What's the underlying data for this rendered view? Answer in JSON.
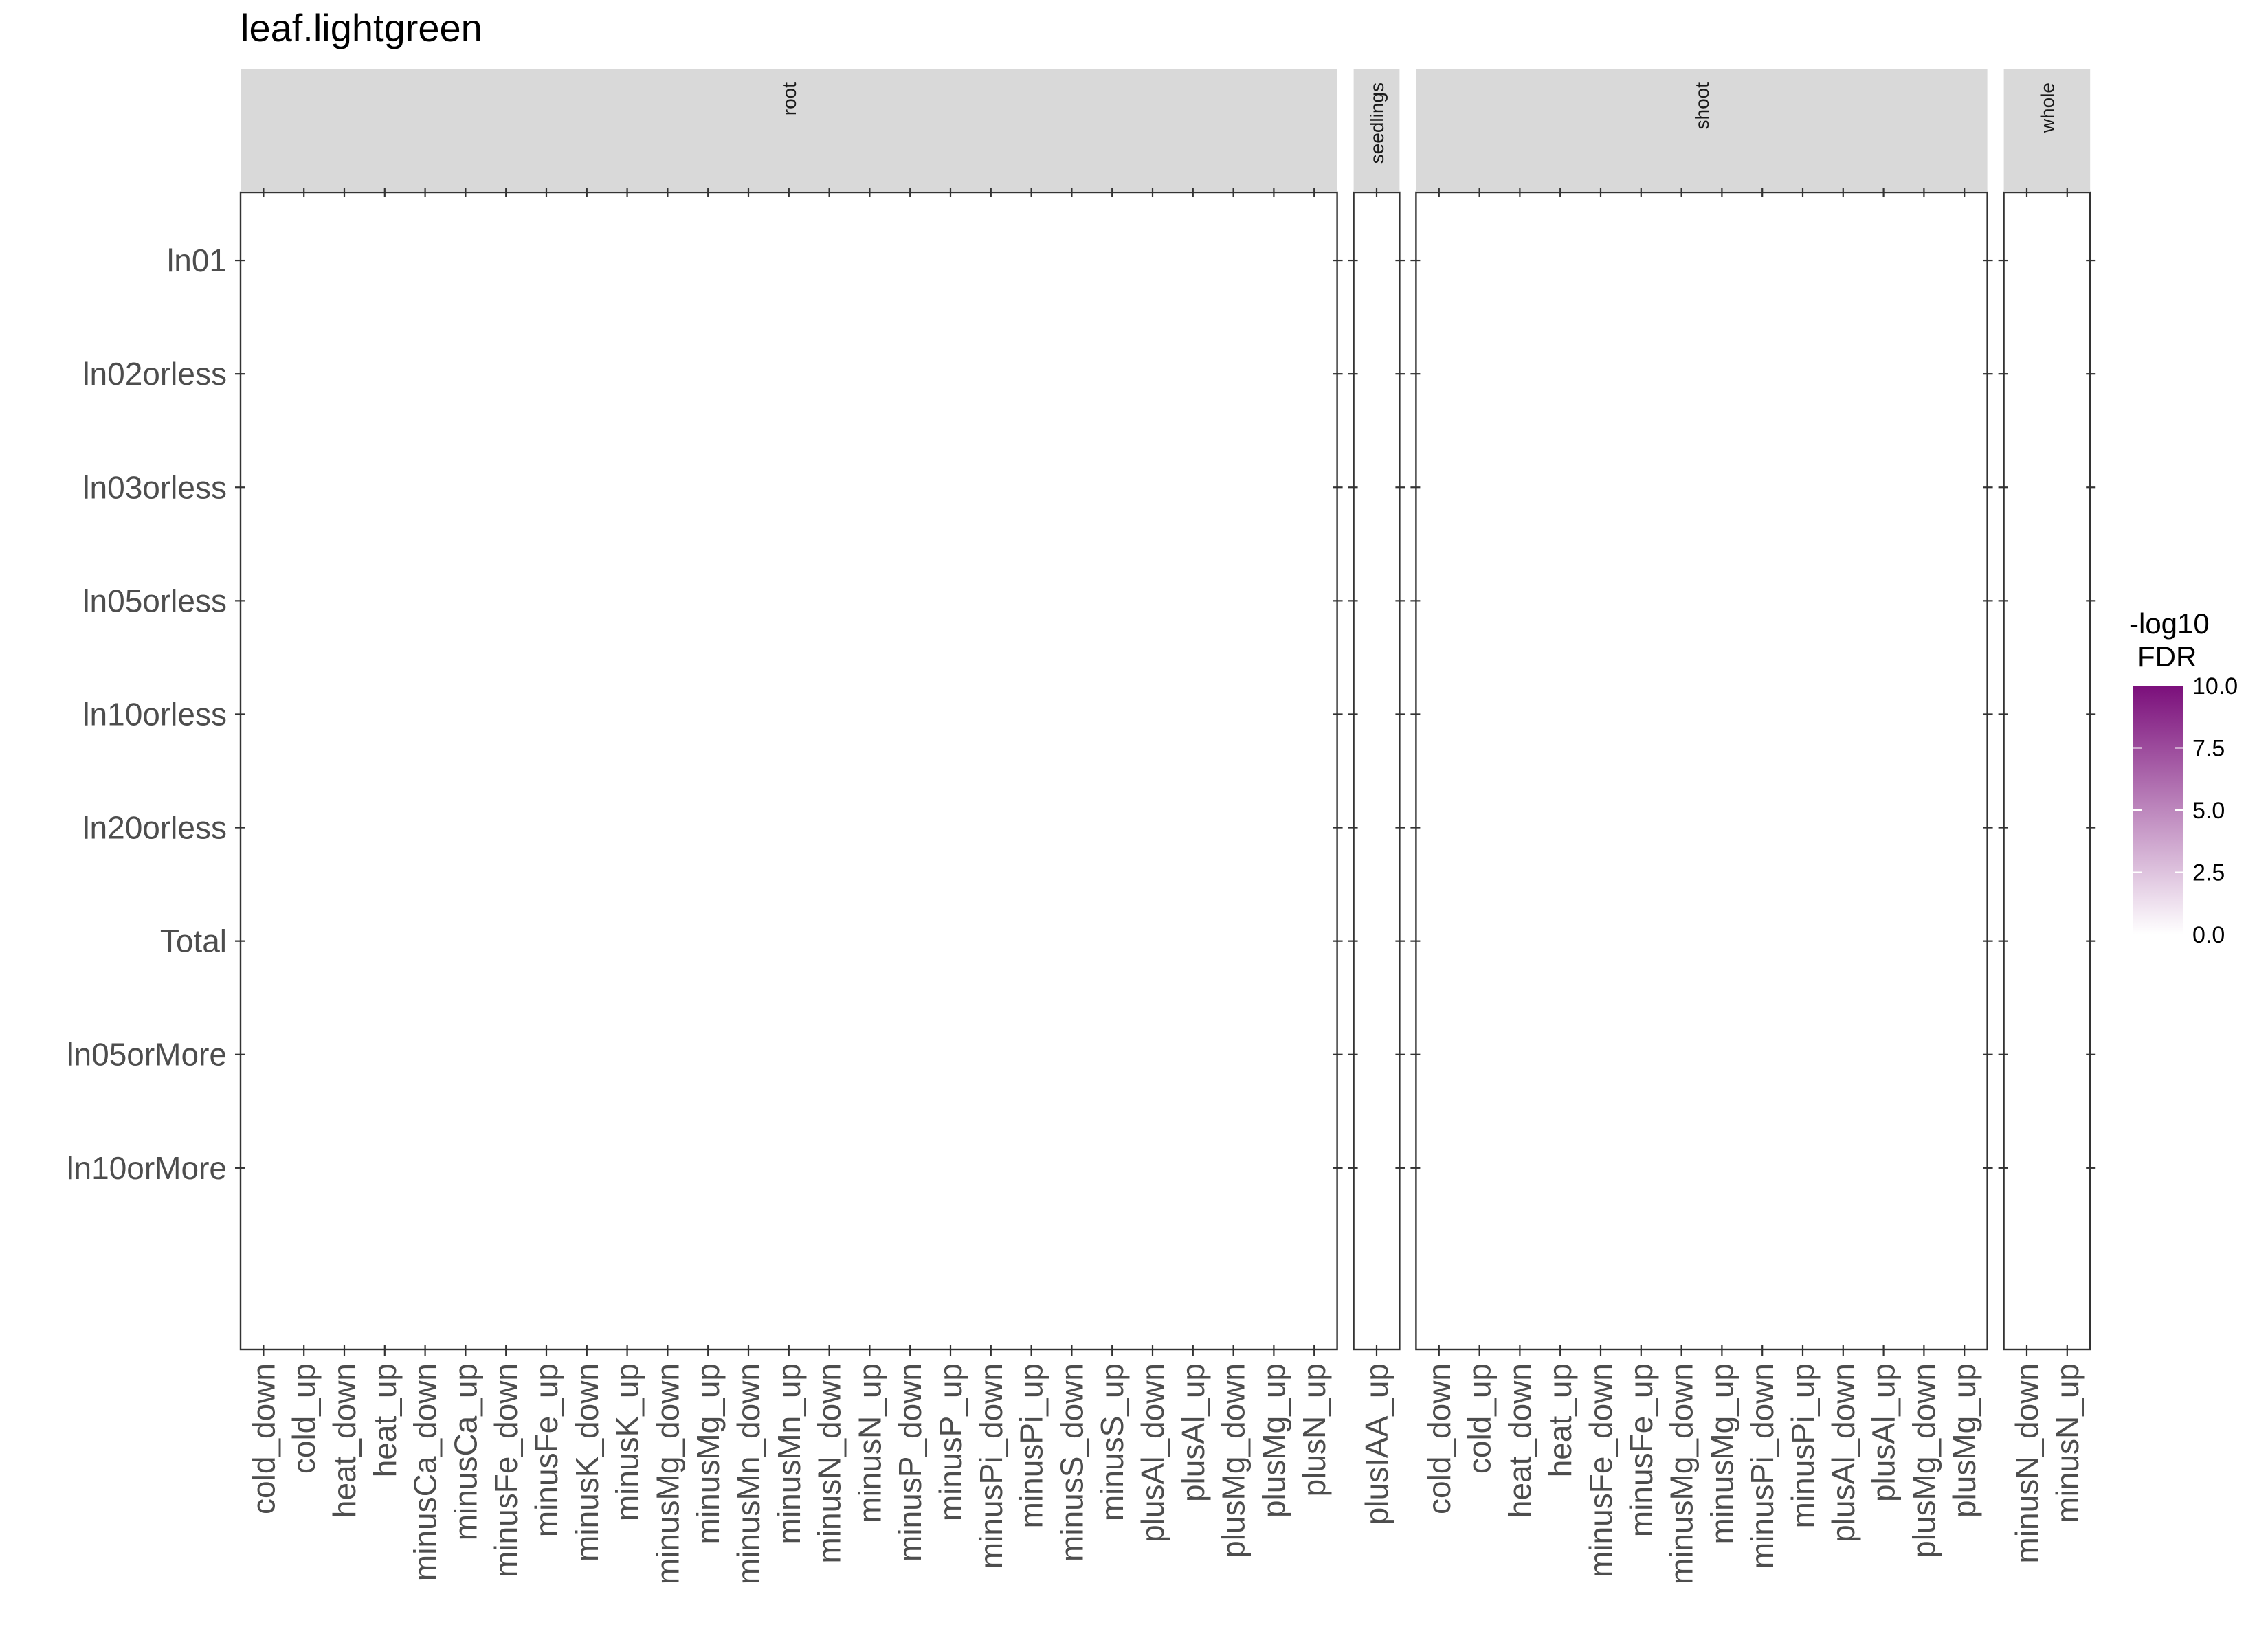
{
  "chart_data": {
    "type": "heatmap",
    "title": "leaf.lightgreen",
    "rows": [
      "ln01",
      "ln02orless",
      "ln03orless",
      "ln05orless",
      "ln10orless",
      "ln20orless",
      "Total",
      "ln05orMore",
      "ln10orMore"
    ],
    "facets": [
      {
        "name": "root",
        "columns": [
          "cold_down",
          "cold_up",
          "heat_down",
          "heat_up",
          "minusCa_down",
          "minusCa_up",
          "minusFe_down",
          "minusFe_up",
          "minusK_down",
          "minusK_up",
          "minusMg_down",
          "minusMg_up",
          "minusMn_down",
          "minusMn_up",
          "minusN_down",
          "minusN_up",
          "minusP_down",
          "minusP_up",
          "minusPi_down",
          "minusPi_up",
          "minusS_down",
          "minusS_up",
          "plusAl_down",
          "plusAl_up",
          "plusMg_down",
          "plusMg_up",
          "plusN_up"
        ]
      },
      {
        "name": "seedlings",
        "columns": [
          "plusIAA_up"
        ]
      },
      {
        "name": "shoot",
        "columns": [
          "cold_down",
          "cold_up",
          "heat_down",
          "heat_up",
          "minusFe_down",
          "minusFe_up",
          "minusMg_down",
          "minusMg_up",
          "minusPi_down",
          "minusPi_up",
          "plusAl_down",
          "plusAl_up",
          "plusMg_down",
          "plusMg_up"
        ]
      },
      {
        "name": "whole",
        "columns": [
          "minusN_down",
          "minusN_up"
        ]
      }
    ],
    "cells": [],
    "legend": {
      "title_line1": "-log10",
      "title_line2": "FDR",
      "range": [
        0,
        10
      ],
      "ticks": [
        "10.0",
        "7.5",
        "5.0",
        "2.5",
        "0.0"
      ],
      "tick_values": [
        10,
        7.5,
        5,
        2.5,
        0
      ],
      "color_low": "#ffffff",
      "color_high": "#7b0f7b"
    }
  }
}
